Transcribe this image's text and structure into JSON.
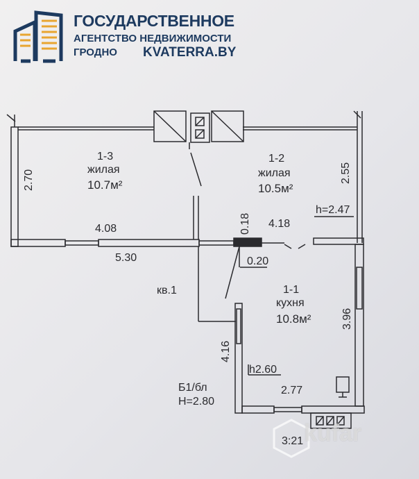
{
  "logo": {
    "line1": "ГОСУДАРСТВЕННОЕ",
    "line2": "АГЕНТСТВО НЕДВИЖИМОСТИ",
    "city": "ГРОДНО",
    "site": "KVATERRA.BY"
  },
  "rooms": [
    {
      "id": "1-3",
      "type": "жилая",
      "area": "10.7м²"
    },
    {
      "id": "1-2",
      "type": "жилая",
      "area": "10.5м²"
    },
    {
      "id": "1-1",
      "type": "кухня",
      "area": "10.8м²"
    }
  ],
  "dimensions": {
    "d270": "2.70",
    "d255": "2.55",
    "d408": "4.08",
    "d418": "4.18",
    "d018": "0.18",
    "d530": "5.30",
    "d020": "0.20",
    "d396": "3.96",
    "d416": "4.16",
    "d277": "2.77",
    "d321": "3:21",
    "h247": "h=2.47",
    "h260": "h2.60"
  },
  "apartment": "кв.1",
  "block": {
    "name": "Б1/бл",
    "height": "Н=2.80"
  },
  "watermark": "kufar",
  "colors": {
    "wall": "#2a2a2e",
    "logo_blue": "#1d3a5f",
    "logo_orange": "#e8a530"
  }
}
